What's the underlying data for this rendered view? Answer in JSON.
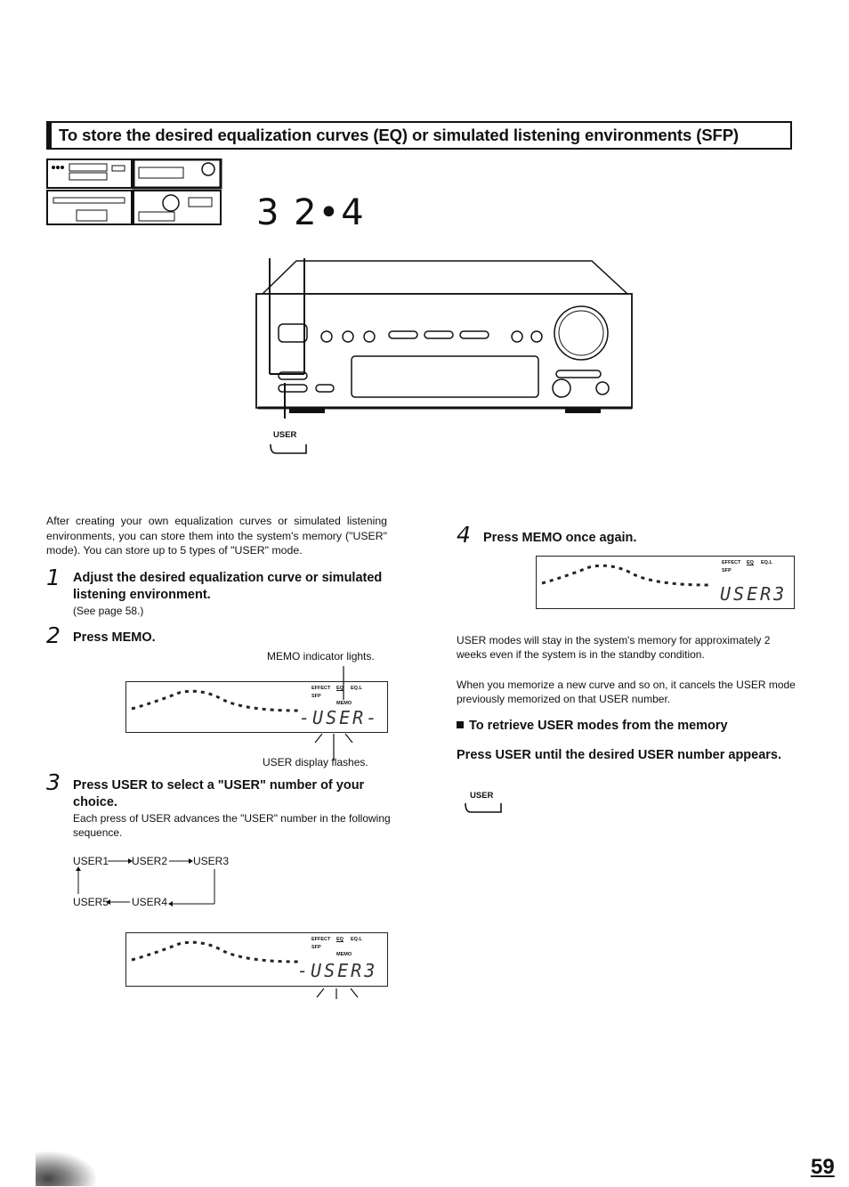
{
  "header": {
    "title": "To store the desired equalization curves (EQ) or simulated listening environments (SFP)"
  },
  "figure": {
    "step_label": "3 2•4",
    "user_button_label": "USER"
  },
  "intro": "After creating your own equalization curves or simulated listening environments, you can store them into the system's memory (\"USER\" mode). You can store up to 5 types of \"USER\" mode.",
  "steps": [
    {
      "number": "1",
      "heading": "Adjust the desired equalization curve or simulated listening environment.",
      "note": "(See page 58.)"
    },
    {
      "number": "2",
      "heading": "Press MEMO.",
      "callout_top": "MEMO indicator lights.",
      "callout_bottom": "USER display flashes.",
      "display_text": "-USER-"
    },
    {
      "number": "3",
      "heading": "Press USER to select a \"USER\" number of your choice.",
      "note": "Each press of USER advances the \"USER\" number in the following sequence.",
      "sequence": [
        "USER1",
        "USER2",
        "USER3",
        "USER4",
        "USER5"
      ],
      "display_text": "-USER3"
    },
    {
      "number": "4",
      "heading": "Press MEMO once again.",
      "display_text": "USER3"
    }
  ],
  "notes": [
    "USER modes will stay in the system's memory for approximately 2 weeks even if the system is in the standby condition.",
    "When you memorize a new curve and so on, it cancels the USER mode previously memorized on that USER number."
  ],
  "retrieve": {
    "heading": "To retrieve USER modes from the memory",
    "instruction": "Press USER until the desired USER number appears.",
    "button_label": "USER"
  },
  "lcd_labels": {
    "effect": "EFFECT",
    "eq": "EQ",
    "sfp": "SFP",
    "memo": "MEMO",
    "eql": "EQ.L"
  },
  "page_number": "59",
  "colors": {
    "ink": "#111111",
    "paper": "#ffffff"
  }
}
